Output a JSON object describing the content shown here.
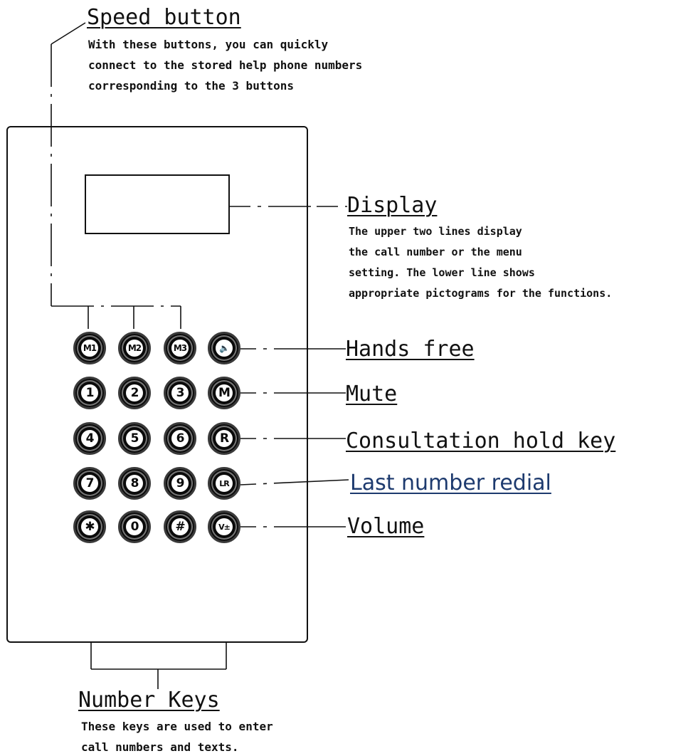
{
  "speed_button": {
    "title": "Speed button",
    "lines": [
      "With these buttons, you can quickly",
      "connect to the stored help phone numbers",
      "corresponding to the 3 buttons"
    ]
  },
  "display": {
    "title": "Display",
    "lines": [
      "The upper two lines display",
      "the call number or the menu",
      "setting. The lower line shows",
      "appropriate pictograms for the functions."
    ]
  },
  "callouts": {
    "hands_free": "Hands free",
    "mute": "Mute",
    "consultation_hold": "Consultation hold key",
    "last_number_redial": "Last number redial",
    "volume": "Volume"
  },
  "number_keys": {
    "title": "Number Keys",
    "lines": [
      "These keys are used to enter",
      "call numbers and texts."
    ]
  },
  "keypad": {
    "rows": [
      [
        "M1",
        "M2",
        "M3",
        "🔈"
      ],
      [
        "1",
        "2",
        "3",
        "M"
      ],
      [
        "4",
        "5",
        "6",
        "R"
      ],
      [
        "7",
        "8",
        "9",
        "LR"
      ],
      [
        "✱",
        "0",
        "#",
        "V±"
      ]
    ]
  }
}
